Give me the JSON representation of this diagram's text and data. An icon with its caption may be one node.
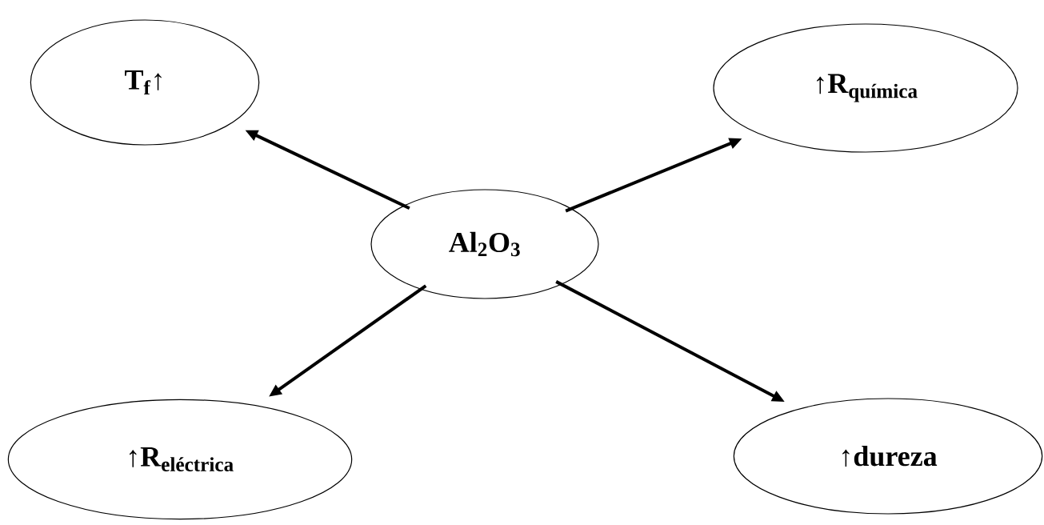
{
  "diagram": {
    "nodes": [
      {
        "text": [
          "T$_{f}$↑"
        ]
      },
      {
        "text": [
          "\\textbf{↑R}_{\\textbf{química}}"
        ]
      },
      {
        "text": [
          "Al$_{2}$O$_{3}$"
        ]
      },
      {
        "text": [
          "\\textbf{↑R}_{\\textbf{eléctrica}}"
        ]
      },
      {
        "text": [
          "↑dureza"
        ]
      }
    ],
    "edges": [
      {
        "from": 2,
        "to": 0,
        "arrow": "to"
      },
      {
        "from": 2,
        "to": 1,
        "arrow": "to"
      },
      {
        "from": 2,
        "to": 3,
        "arrow": "to"
      },
      {
        "from": 2,
        "to": 4,
        "arrow": "to"
      }
    ]
  }
}
